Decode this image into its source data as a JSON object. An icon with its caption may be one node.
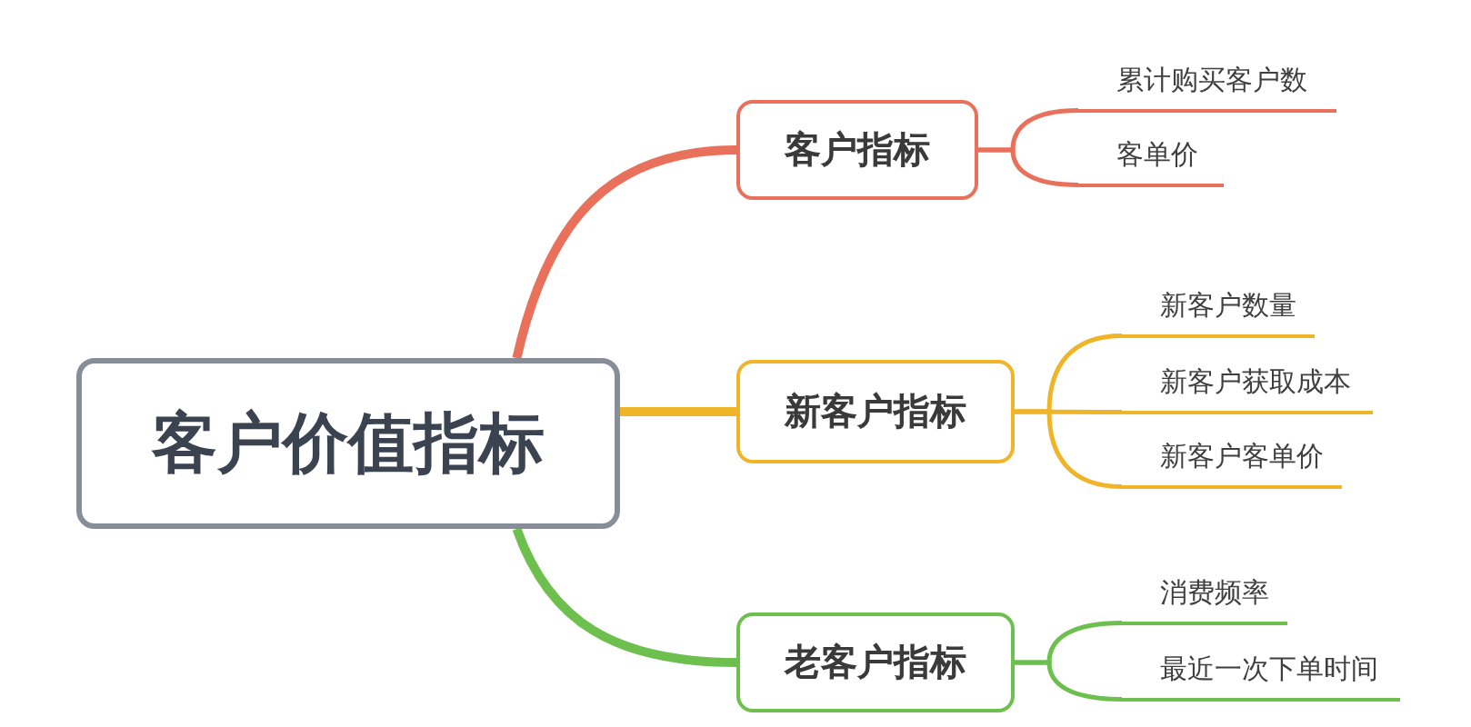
{
  "diagram": {
    "nodes": [
      {
        "text": [
          "客户价值指标"
        ]
      },
      {
        "text": [
          "客户指标"
        ]
      },
      {
        "text": [
          "累计购买客户数"
        ]
      },
      {
        "text": [
          "客单价"
        ]
      },
      {
        "text": [
          "新客户指标"
        ]
      },
      {
        "text": [
          "新客户数量"
        ]
      },
      {
        "text": [
          "新客户获取成本"
        ]
      },
      {
        "text": [
          "新客户客单价"
        ]
      },
      {
        "text": [
          "老客户指标"
        ]
      },
      {
        "text": [
          "消费频率"
        ]
      },
      {
        "text": [
          "最近一次下单时间"
        ]
      }
    ],
    "edges": [
      {
        "from": 0,
        "to": 1,
        "arrow": "none",
        "style": "thick",
        "color": "#e9705a"
      },
      {
        "from": 1,
        "to": 2,
        "arrow": "none",
        "color": "#e9705a"
      },
      {
        "from": 1,
        "to": 3,
        "arrow": "none",
        "color": "#e9705a"
      },
      {
        "from": 0,
        "to": 4,
        "arrow": "none",
        "style": "thick"
      },
      {
        "from": 4,
        "to": 5,
        "arrow": "none"
      },
      {
        "from": 4,
        "to": 6,
        "arrow": "none"
      },
      {
        "from": 4,
        "to": 7,
        "arrow": "none"
      },
      {
        "from": 0,
        "to": 8,
        "arrow": "none",
        "style": "thick",
        "color": "#6dbf4e"
      },
      {
        "from": 8,
        "to": 9,
        "arrow": "none",
        "color": "#6dbf4e"
      },
      {
        "from": 8,
        "to": 10,
        "arrow": "none",
        "color": "#6dbf4e"
      }
    ]
  }
}
